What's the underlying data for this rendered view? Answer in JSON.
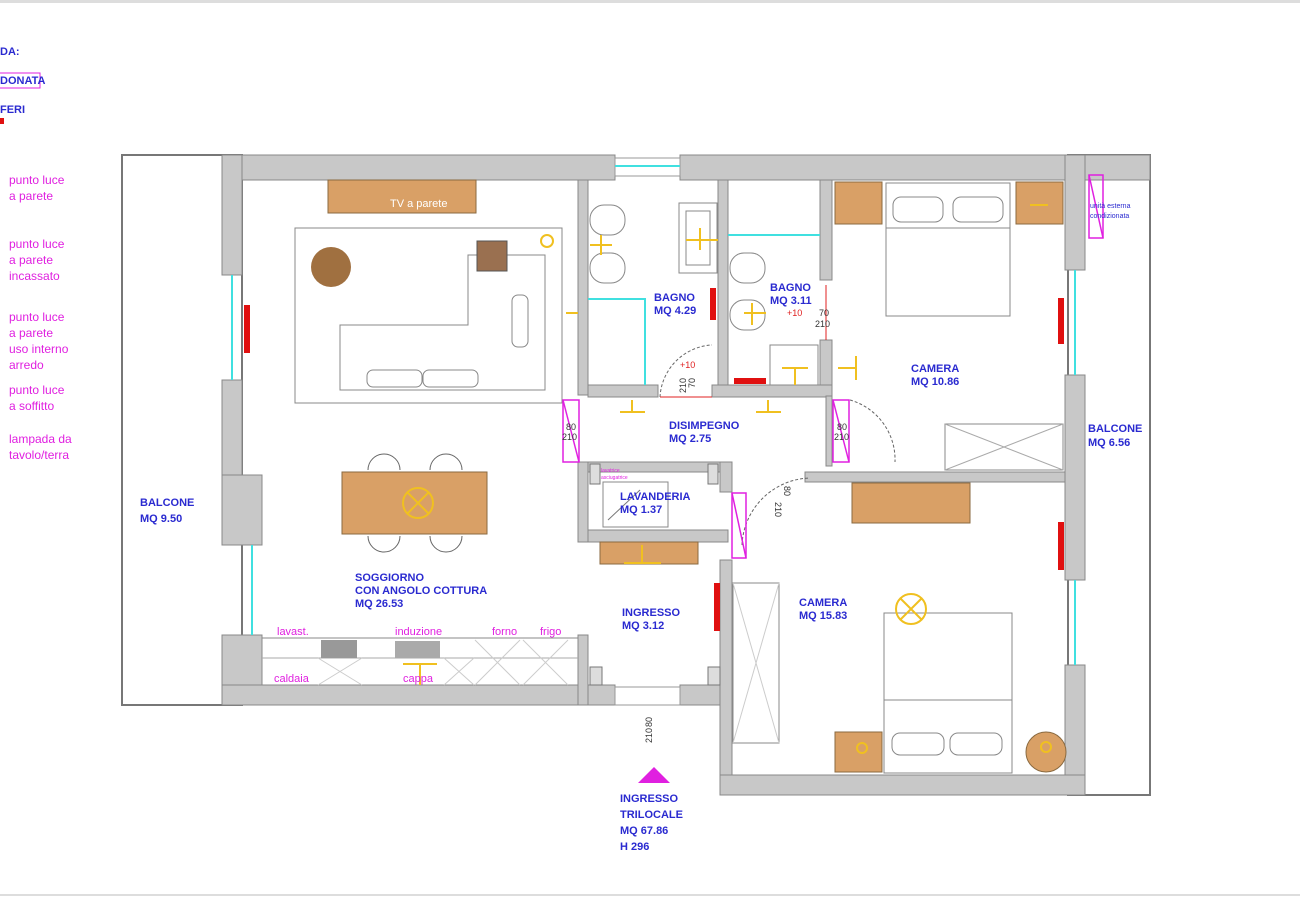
{
  "legend": {
    "title": "DA:",
    "boxed": "DONATA",
    "red_item": "FERI",
    "items": [
      [
        "punto luce",
        "a parete"
      ],
      [
        "punto luce",
        "a parete",
        "incassato"
      ],
      [
        "punto luce",
        "a parete",
        "uso interno",
        "arredo"
      ],
      [
        "punto luce",
        "a soffitto"
      ],
      [
        "lampada da",
        "tavolo/terra"
      ]
    ]
  },
  "rooms": {
    "balcone_left": [
      "BALCONE",
      "MQ 9.50"
    ],
    "soggiorno": [
      "SOGGIORNO",
      "CON ANGOLO COTTURA",
      "MQ 26.53"
    ],
    "bagno1": [
      "BAGNO",
      "MQ 4.29"
    ],
    "bagno2": [
      "BAGNO",
      "MQ 3.11"
    ],
    "camera1": [
      "CAMERA",
      "MQ 10.86"
    ],
    "disimpegno": [
      "DISIMPEGNO",
      "MQ 2.75"
    ],
    "lavanderia": [
      "LAVANDERIA",
      "MQ 1.37"
    ],
    "ingresso": [
      "INGRESSO",
      "MQ 3.12"
    ],
    "camera2": [
      "CAMERA",
      "MQ 15.83"
    ],
    "balcone_right": [
      "BALCONE",
      "MQ 6.56"
    ]
  },
  "entrance": [
    "INGRESSO",
    "TRILOCALE",
    "MQ 67.86",
    "H 296"
  ],
  "labels": {
    "tv": "TV a parete",
    "ac_unit": [
      "unità esterna",
      "condizionata"
    ],
    "washer": [
      "lavatrice",
      "asciugatrice"
    ],
    "kitchen_top": [
      "lavast.",
      "induzione",
      "forno",
      "frigo"
    ],
    "kitchen_bottom": [
      "caldaia",
      "cappa"
    ]
  },
  "dims": {
    "d70": "70",
    "d80": "80",
    "h210": "210",
    "plus10": "+10"
  },
  "colors": {
    "room_text": "#2a2ad0",
    "annotation": "#e020e0",
    "wall": "#c8c8c8",
    "furniture": "#d9a066",
    "light": "#f0c020",
    "radiator": "#e01010",
    "glass": "#40e0e0"
  }
}
